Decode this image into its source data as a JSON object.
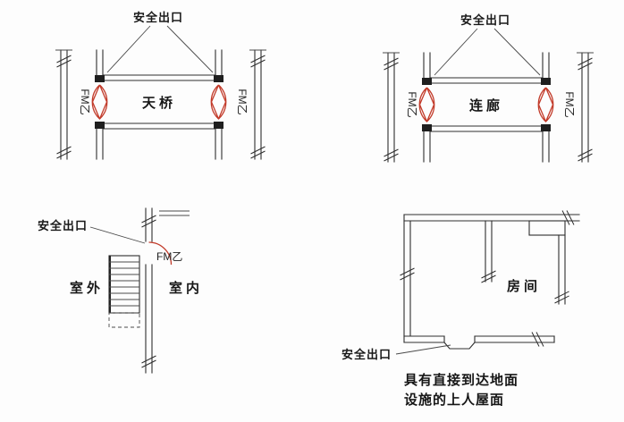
{
  "sheet": {
    "background": "#fdfdfd",
    "line_color": "#2e2e2e",
    "fire_door_color": "#c23b2a",
    "text_color": "#181818"
  },
  "diagrams": {
    "skybridge": {
      "exit_label": "安全出口",
      "center_label": "天桥",
      "fire_door_label": "FM乙"
    },
    "corridor": {
      "exit_label": "安全出口",
      "center_label": "连廊",
      "fire_door_label": "FM乙"
    },
    "exterior_door": {
      "exit_label": "安全出口",
      "fire_door_label": "FM乙",
      "outdoor_label": "室外",
      "indoor_label": "室内"
    },
    "roof_access": {
      "exit_label": "安全出口",
      "room_label": "房间",
      "caption_line1": "具有直接到达地面",
      "caption_line2": "设施的上人屋面"
    }
  }
}
